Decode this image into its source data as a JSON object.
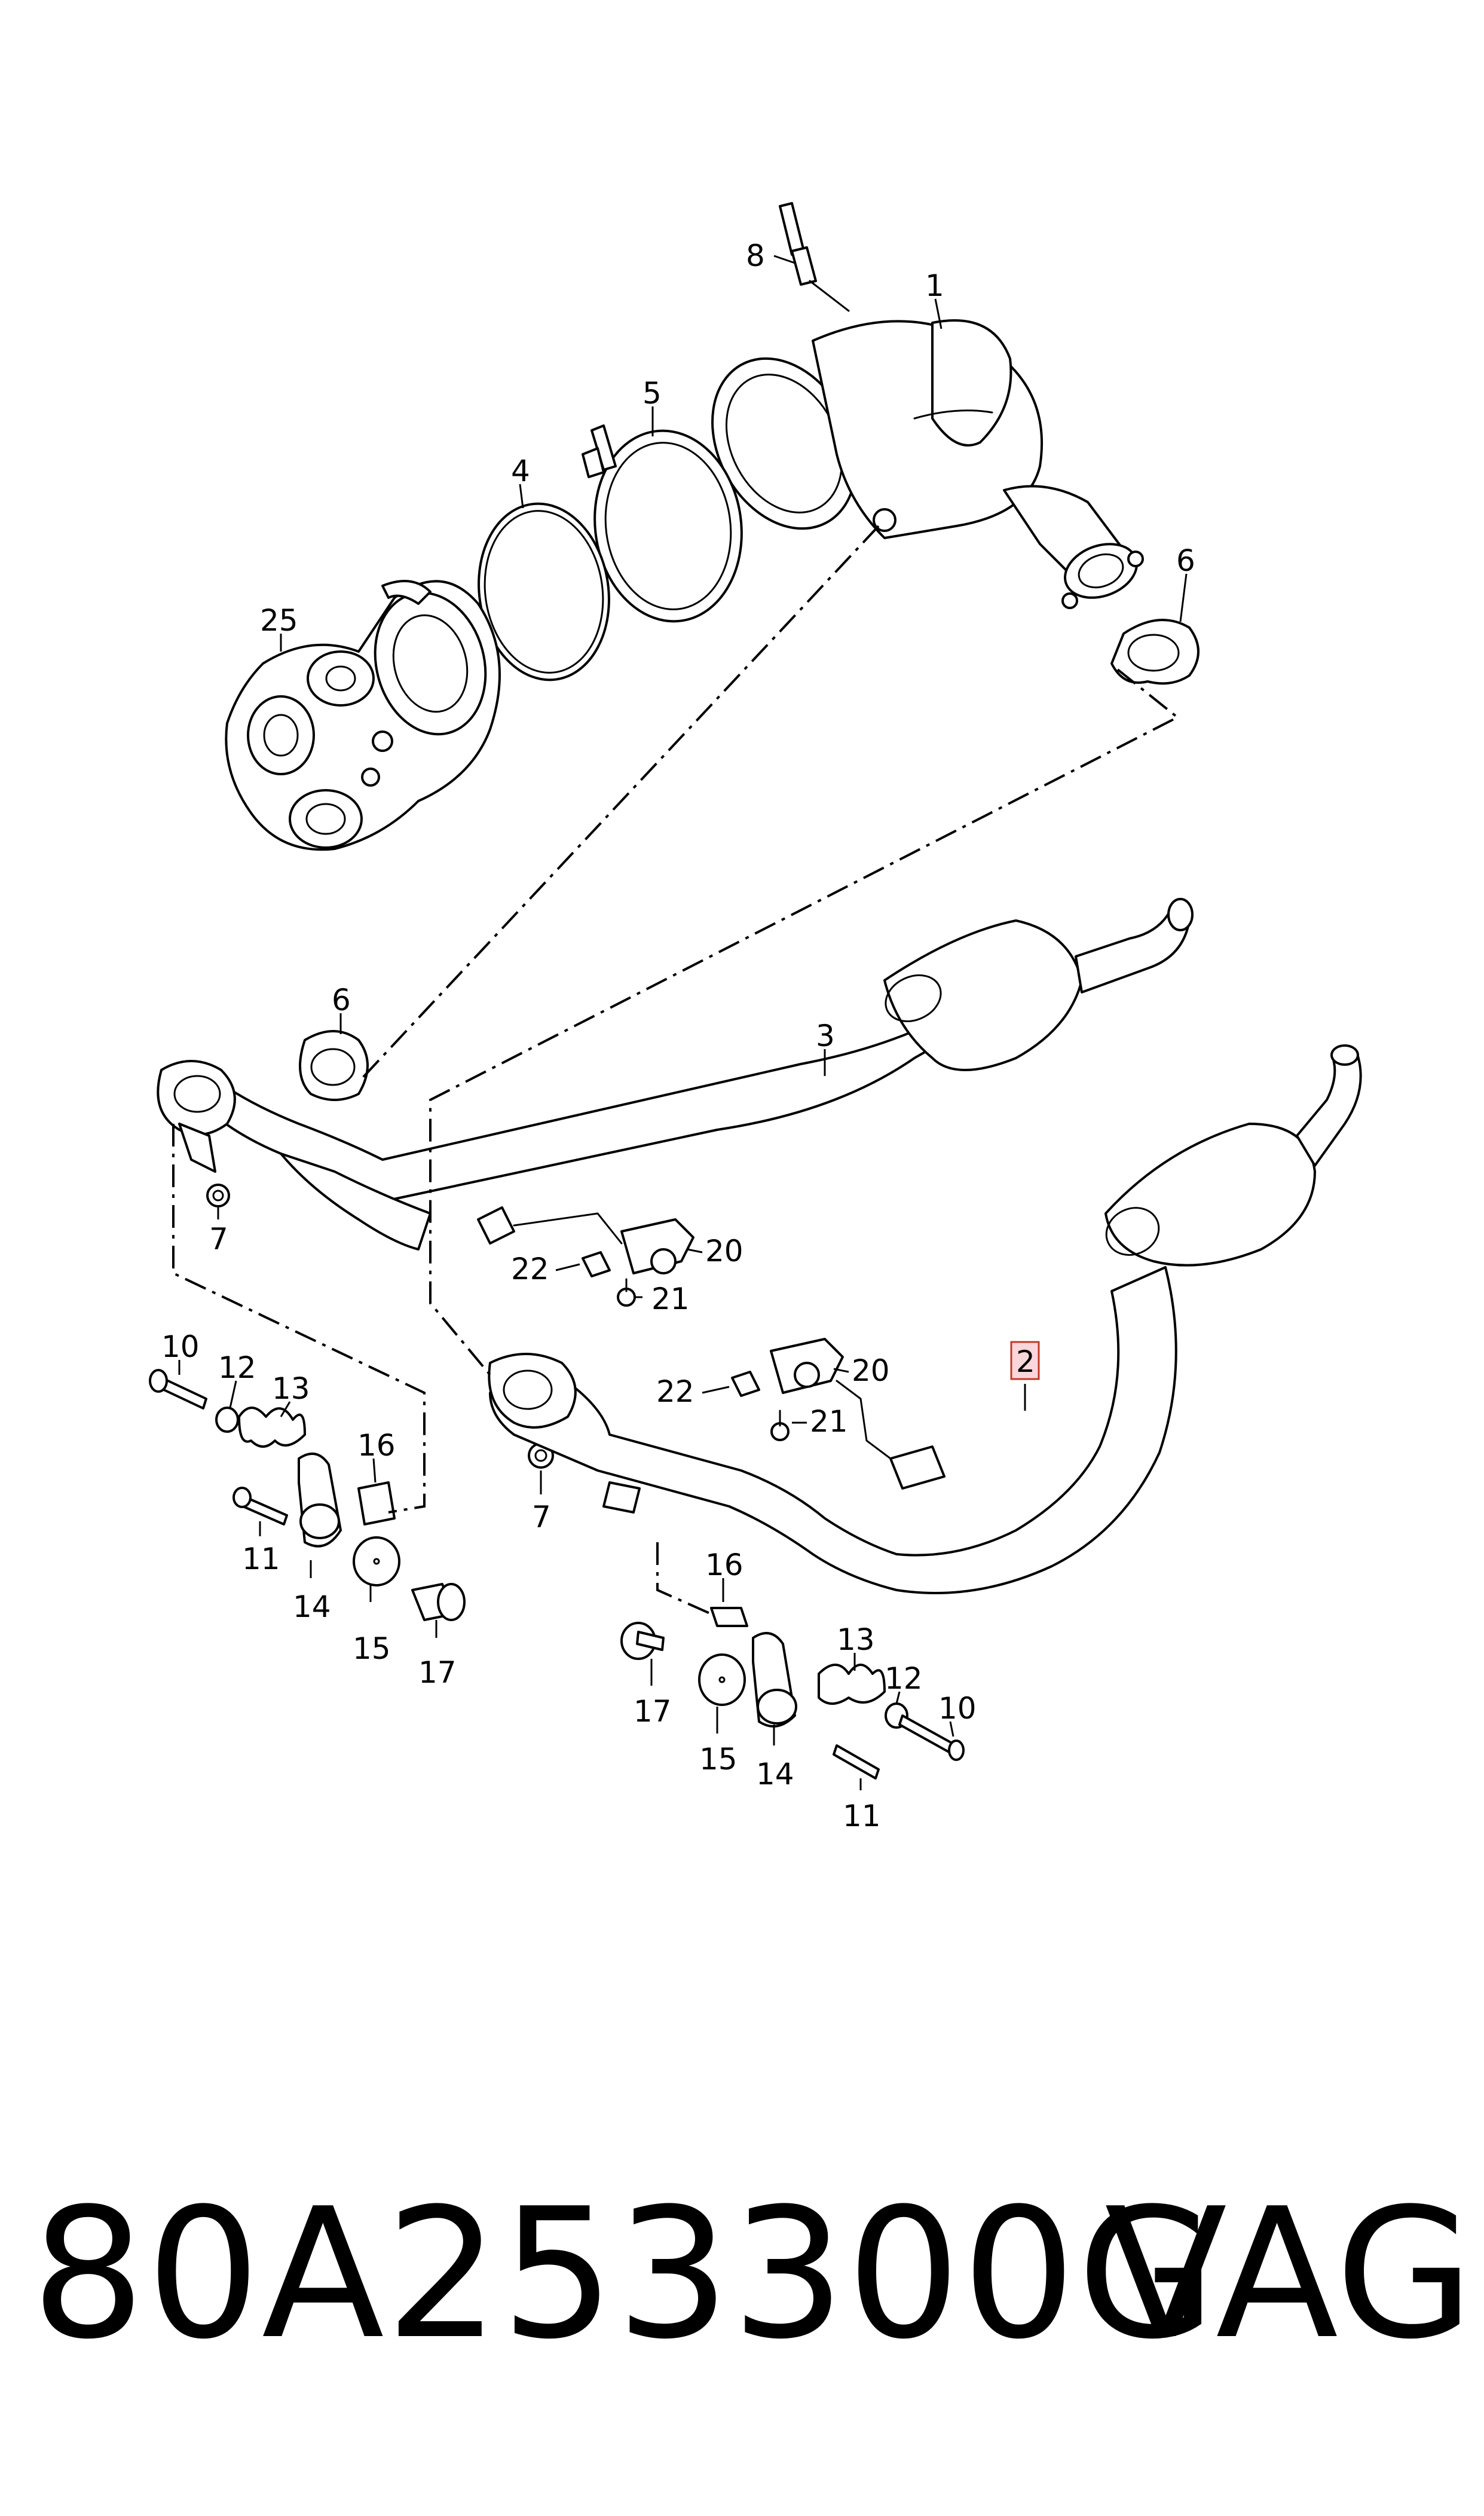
{
  "callouts": {
    "c1": "1",
    "c2": "2",
    "c3": "3",
    "c4": "4",
    "c5": "5",
    "c6": "6",
    "c7": "7",
    "c8": "8",
    "c10": "10",
    "c11": "11",
    "c12": "12",
    "c13": "13",
    "c14": "14",
    "c15": "15",
    "c16": "16",
    "c17": "17",
    "c20": "20",
    "c21": "21",
    "c22": "22",
    "c25": "25"
  },
  "highlighted_callout": "2",
  "highlight_color": "#f8d7da",
  "highlight_border": "#c0392b",
  "footer": {
    "part_number": "80A253300G",
    "brand": "VAG"
  }
}
